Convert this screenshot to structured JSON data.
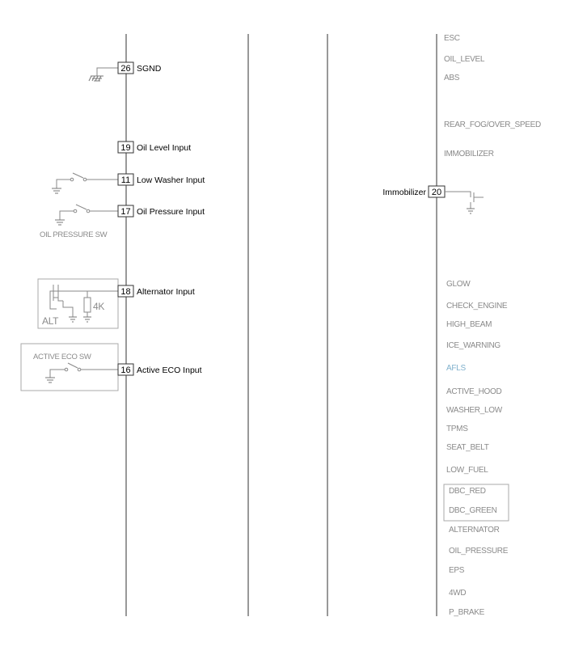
{
  "pins": [
    {
      "num": "26",
      "label": "SGND"
    },
    {
      "num": "19",
      "label": "Oil Level Input"
    },
    {
      "num": "11",
      "label": "Low Washer Input"
    },
    {
      "num": "17",
      "label": "Oil Pressure Input"
    },
    {
      "num": "18",
      "label": "Alternator Input"
    },
    {
      "num": "16",
      "label": "Active ECO Input"
    }
  ],
  "immobilizer_pin": {
    "num": "20",
    "label": "Immobilizer"
  },
  "components": {
    "oil_pressure_sw": "OIL PRESSURE SW",
    "alt": "ALT",
    "resistor": "4K",
    "active_eco_sw": "ACTIVE ECO SW"
  },
  "signals": [
    {
      "label": "ESC",
      "color": "#8a8a8a"
    },
    {
      "label": "OIL_LEVEL",
      "color": "#8a8a8a"
    },
    {
      "label": "ABS",
      "color": "#8a8a8a"
    },
    {
      "label": "REAR_FOG/OVER_SPEED",
      "color": "#8a8a8a"
    },
    {
      "label": "IMMOBILIZER",
      "color": "#8a8a8a"
    },
    {
      "label": "GLOW",
      "color": "#8a8a8a"
    },
    {
      "label": "CHECK_ENGINE",
      "color": "#8a8a8a"
    },
    {
      "label": "HIGH_BEAM",
      "color": "#8a8a8a"
    },
    {
      "label": "ICE_WARNING",
      "color": "#8a8a8a"
    },
    {
      "label": "AFLS",
      "color": "#7fb0cc"
    },
    {
      "label": "ACTIVE_HOOD",
      "color": "#8a8a8a"
    },
    {
      "label": "WASHER_LOW",
      "color": "#8a8a8a"
    },
    {
      "label": "TPMS",
      "color": "#8a8a8a"
    },
    {
      "label": "SEAT_BELT",
      "color": "#8a8a8a"
    },
    {
      "label": "LOW_FUEL",
      "color": "#8a8a8a"
    },
    {
      "label": "DBC_RED",
      "color": "#8a8a8a"
    },
    {
      "label": "DBC_GREEN",
      "color": "#8a8a8a"
    },
    {
      "label": "ALTERNATOR",
      "color": "#8a8a8a"
    },
    {
      "label": "OIL_PRESSURE",
      "color": "#8a8a8a"
    },
    {
      "label": "EPS",
      "color": "#8a8a8a"
    },
    {
      "label": "4WD",
      "color": "#8a8a8a"
    },
    {
      "label": "P_BRAKE",
      "color": "#8a8a8a"
    }
  ]
}
